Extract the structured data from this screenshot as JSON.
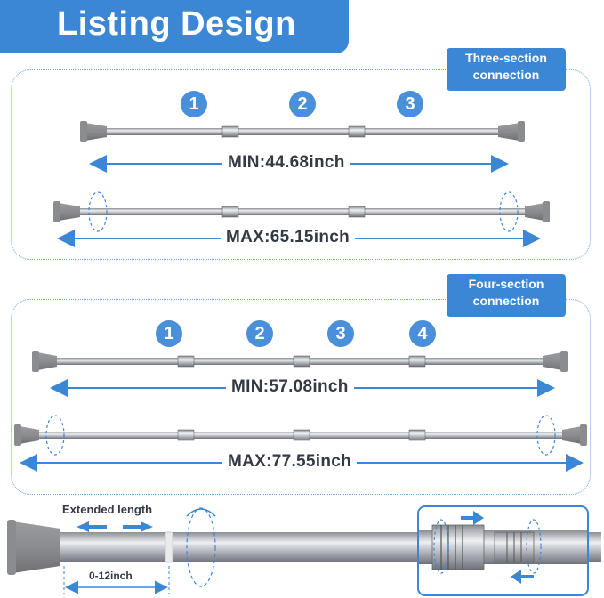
{
  "header": {
    "title": "Listing Design"
  },
  "three_section": {
    "tag_line1": "Three-section",
    "tag_line2": "connection",
    "badges": [
      "1",
      "2",
      "3"
    ],
    "min_label": "MIN:44.68inch",
    "max_label": "MAX:65.15inch"
  },
  "four_section": {
    "tag_line1": "Four-section",
    "tag_line2": "connection",
    "badges": [
      "1",
      "2",
      "3",
      "4"
    ],
    "min_label": "MIN:57.08inch",
    "max_label": "MAX:77.55inch"
  },
  "detail": {
    "extended_label": "Extended length",
    "range_label": "0-12inch"
  },
  "colors": {
    "accent": "#3b87d6",
    "cap": "#8a8d92",
    "rod": "#c9ccd1",
    "text": "#333a45"
  }
}
